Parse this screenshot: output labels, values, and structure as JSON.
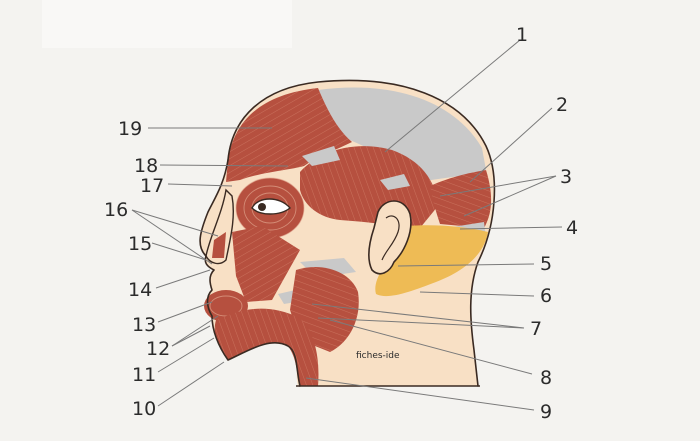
{
  "labels": [
    "1",
    "2",
    "3",
    "4",
    "5",
    "6",
    "7",
    "8",
    "9",
    "10",
    "11",
    "12",
    "13",
    "14",
    "15",
    "16",
    "17",
    "18",
    "19"
  ],
  "credit": "fiches-ide",
  "colors": {
    "background": "#f4f3f0",
    "skin": "#f8e0c5",
    "muscle": "#b6503f",
    "muscle_dark": "#9c3f30",
    "fat_pad": "#eebb55",
    "aponeurosis": "#c9c9c9",
    "leader_line": "#7a7a7a"
  }
}
